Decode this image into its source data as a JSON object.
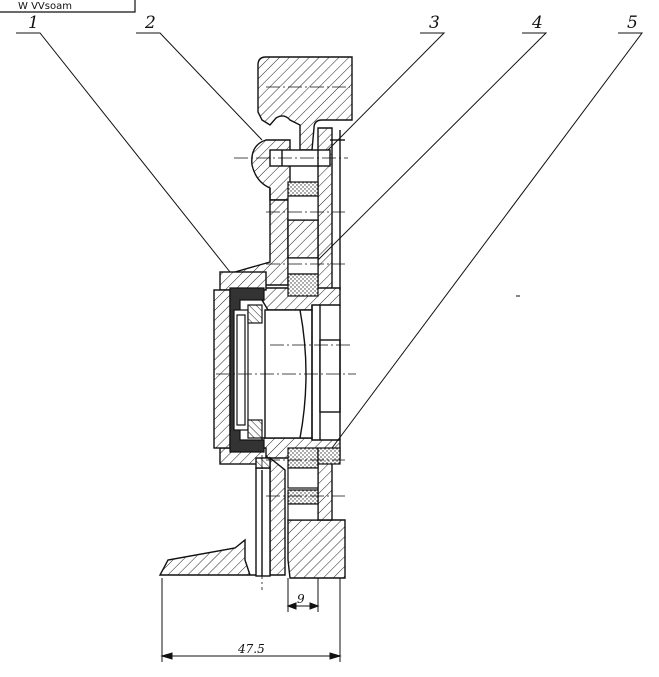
{
  "corner_text": "W VVsoam",
  "callouts": [
    {
      "label": "1"
    },
    {
      "label": "2"
    },
    {
      "label": "3"
    },
    {
      "label": "4"
    },
    {
      "label": "5"
    }
  ],
  "dimensions": {
    "small": "9",
    "overall": "47.5"
  }
}
